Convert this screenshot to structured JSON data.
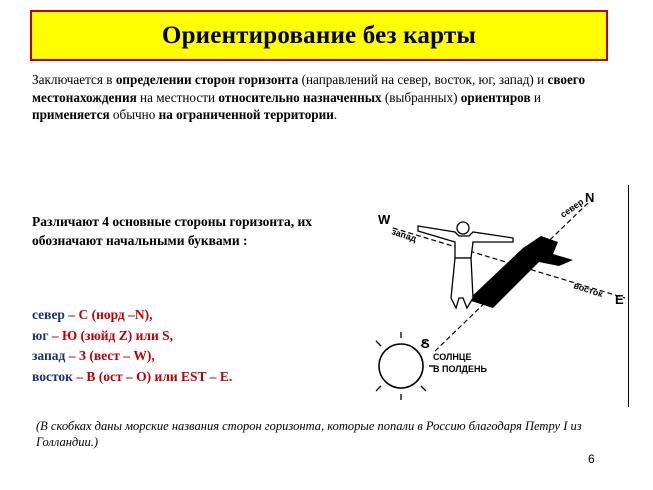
{
  "title": "Ориентирование без карты",
  "intro": [
    {
      "t": "Заключается в ",
      "b": false
    },
    {
      "t": "определении сторон горизонта",
      "b": true
    },
    {
      "t": " (направлений на север, восток, юг, запад) и ",
      "b": false
    },
    {
      "t": "своего местонахождения",
      "b": true
    },
    {
      "t": " на местности ",
      "b": false
    },
    {
      "t": "относительно назначенных",
      "b": true
    },
    {
      "t": " (выбранных) ",
      "b": false
    },
    {
      "t": "ориентиров",
      "b": true
    },
    {
      "t": " и ",
      "b": false
    },
    {
      "t": "применяется",
      "b": true
    },
    {
      "t": " обычно ",
      "b": false
    },
    {
      "t": "на ограниченной территории",
      "b": true
    },
    {
      "t": ".",
      "b": false
    }
  ],
  "heading_line1": "Различают 4 основные стороны горизонта, их",
  "heading_line2": "обозначают начальными буквами :",
  "directions": [
    {
      "name": "север",
      "rest": " – С (норд –N),"
    },
    {
      "name": "юг",
      "rest": " – Ю (зюйд Z) или S,"
    },
    {
      "name": "запад",
      "rest": " – З (вест – W),"
    },
    {
      "name": "восток",
      "rest": " – В (ост – О) или EST – E."
    }
  ],
  "note": "(В скобках даны морские названия сторон горизонта, которые попали в Россию благодаря Петру I из Голландии.)",
  "page_number": "6",
  "illustration": {
    "north_label": "север",
    "east_label": "восток",
    "west_label": "запад",
    "north_letter": "N",
    "east_letter": "E",
    "west_letter": "W",
    "south_letter": "S",
    "sun_caption_1": "СОЛНЦЕ",
    "sun_caption_2": "В ПОЛДЕНЬ"
  }
}
